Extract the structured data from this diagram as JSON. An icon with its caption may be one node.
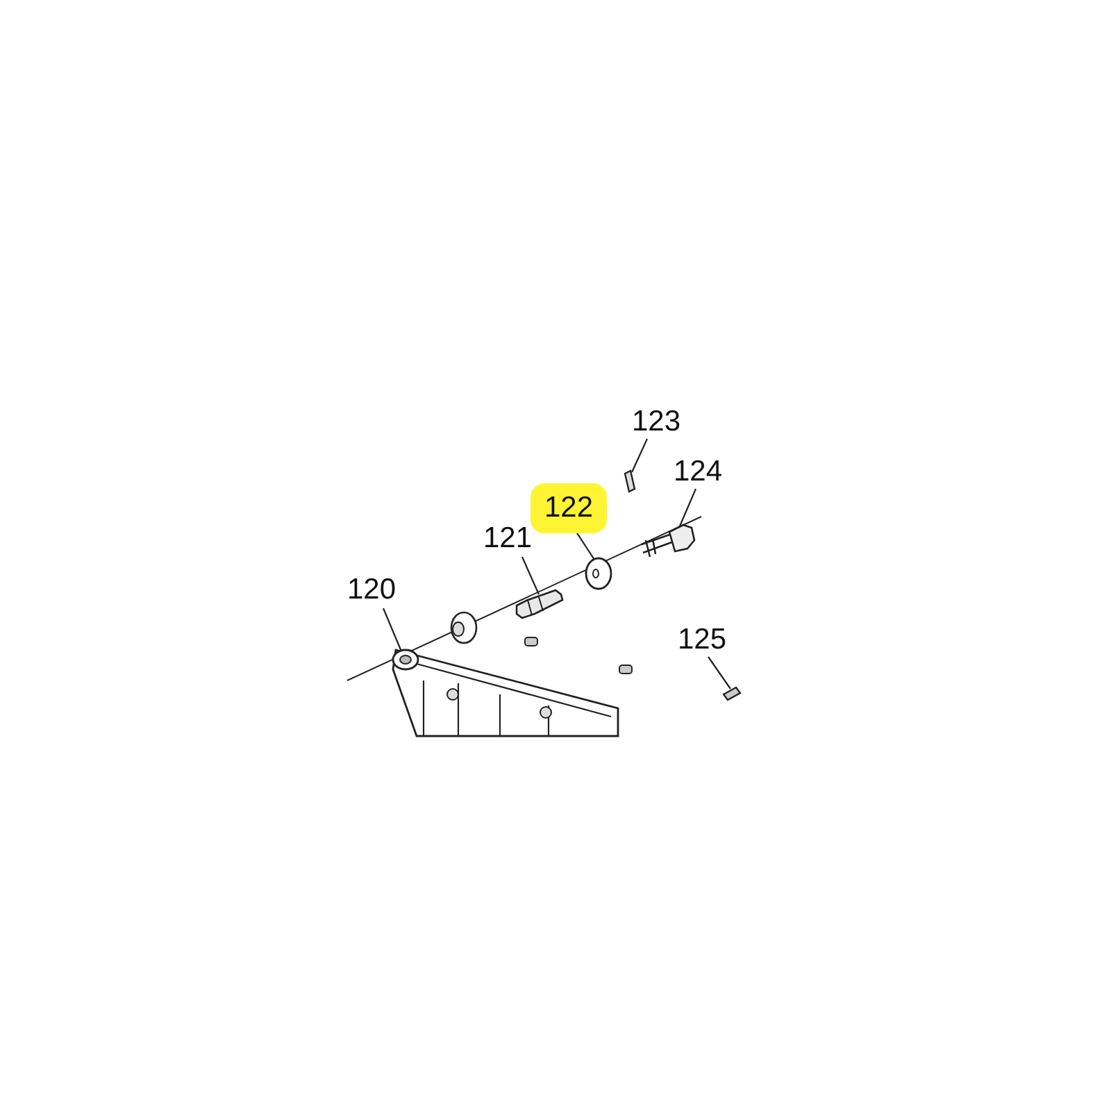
{
  "diagram": {
    "nodes": [
      {
        "text": [
          "120"
        ]
      },
      {
        "text": [
          "121"
        ]
      },
      {
        "text": [
          "122"
        ]
      },
      {
        "text": [
          "123"
        ]
      },
      {
        "text": [
          "124"
        ]
      },
      {
        "text": [
          "125"
        ]
      },
      {
        "text": [],
        "shape": "picture"
      },
      {
        "text": [],
        "shape": "picture"
      },
      {
        "text": [],
        "shape": "picture"
      },
      {
        "text": [],
        "shape": "picture"
      },
      {
        "text": [],
        "shape": "picture"
      },
      {
        "text": [],
        "shape": "picture"
      }
    ],
    "edges": [
      {
        "from": 0,
        "to": 6,
        "arrow": "none"
      },
      {
        "from": 1,
        "to": 7,
        "arrow": "none"
      },
      {
        "from": 2,
        "to": 8,
        "arrow": "none"
      },
      {
        "from": 3,
        "to": 9,
        "arrow": "none"
      },
      {
        "from": 4,
        "to": 10,
        "arrow": "none"
      },
      {
        "from": 5,
        "to": 11,
        "arrow": "none"
      }
    ]
  }
}
